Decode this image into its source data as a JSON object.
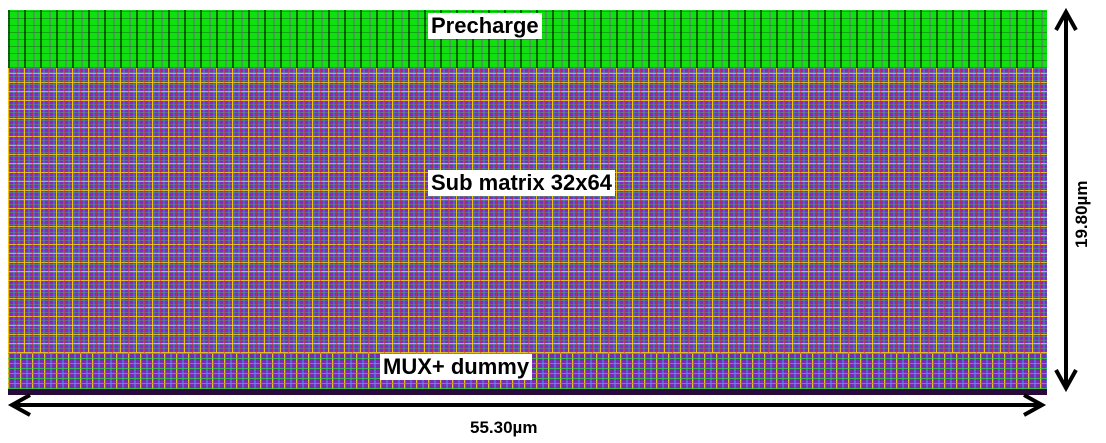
{
  "regions": {
    "precharge": "Precharge",
    "sub_matrix": "Sub matrix 32x64",
    "mux_dummy": "MUX+ dummy"
  },
  "dimensions": {
    "width": "55.30µm",
    "height": "19.80µm"
  },
  "colors": {
    "precharge_fill": "#10e010",
    "matrix_fill": "#8c24c8",
    "grid_lines": "#ffd700",
    "arrow": "#000000"
  }
}
